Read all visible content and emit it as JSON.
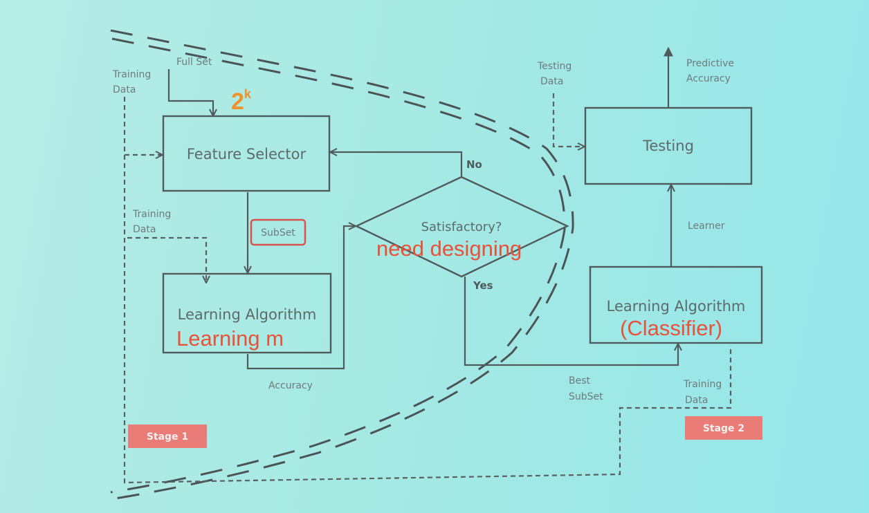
{
  "nodes": {
    "feature_selector": "Feature Selector",
    "learning_algorithm_1": "Learning Algorithm",
    "satisfactory": "Satisfactory?",
    "testing": "Testing",
    "learning_algorithm_2": "Learning Algorithm"
  },
  "edge_labels": {
    "full_set": "Full Set",
    "training_data_top_1": "Training",
    "training_data_top_2": "Data",
    "training_data_mid_1": "Training",
    "training_data_mid_2": "Data",
    "subset": "SubSet",
    "accuracy": "Accuracy",
    "no": "No",
    "yes": "Yes",
    "testing_data_1": "Testing",
    "testing_data_2": "Data",
    "predictive_accuracy_1": "Predictive",
    "predictive_accuracy_2": "Accuracy",
    "learner": "Learner",
    "best_subset_1": "Best",
    "best_subset_2": "SubSet",
    "training_data_right_1": "Training",
    "training_data_right_2": "Data"
  },
  "stages": {
    "stage1": "Stage 1",
    "stage2": "Stage 2"
  },
  "annotations": {
    "two_k": "2",
    "two_k_sup": "k",
    "need_designing": "need designing",
    "learning_m": "Learning m",
    "classifier": "(Classifier)"
  },
  "colors": {
    "annotation_red": "#e8513a",
    "annotation_orange": "#f0922a",
    "stage_badge": "#e97c76",
    "line": "#4f5a5a"
  }
}
